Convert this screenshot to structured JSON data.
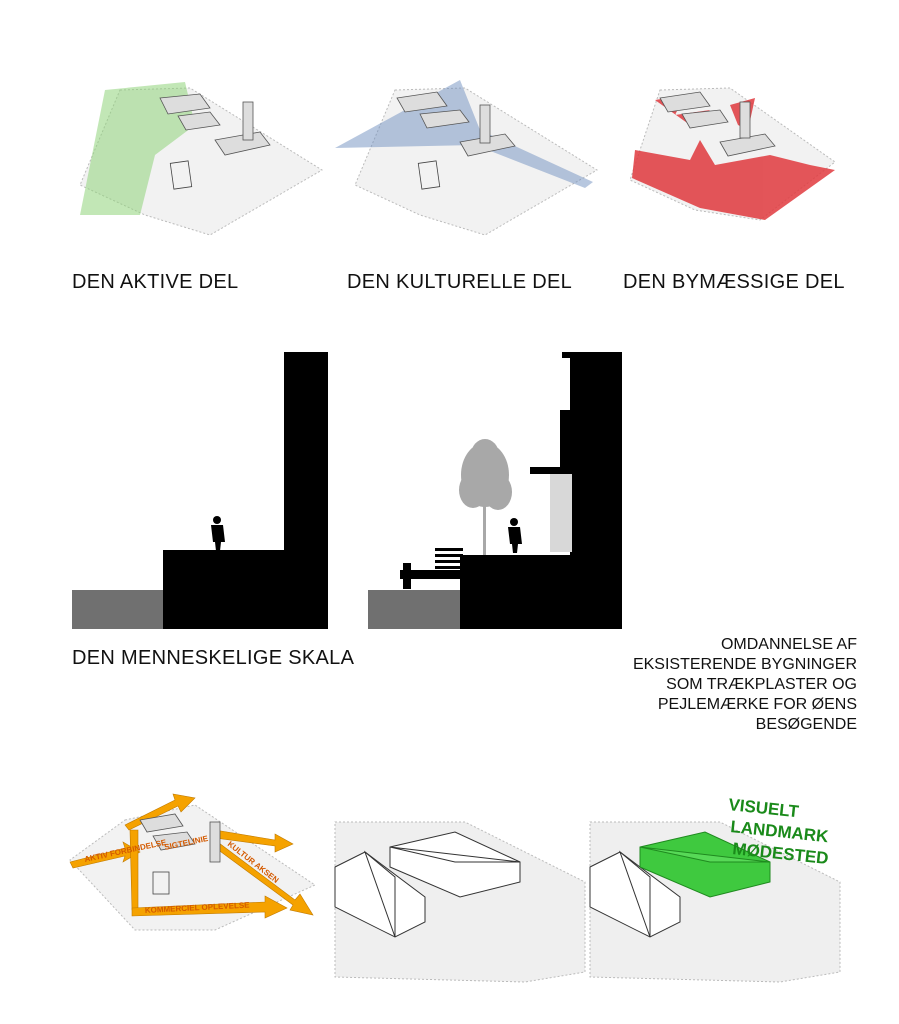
{
  "captions": {
    "active": "DEN AKTIVE DEL",
    "cultural": "DEN KULTURELLE DEL",
    "urban": "DEN BYMÆSSIGE DEL",
    "human_scale": "DEN MENNESKELIGE SKALA"
  },
  "note_lines": [
    "OMDANNELSE AF",
    "EKSISTERENDE BYGNINGER",
    "SOM TRÆKPLASTER OG",
    "PEJLEMÆRKE  FOR ØENS",
    "BESØGENDE"
  ],
  "axis_labels": {
    "active_connection": "AKTIV FORBINDELSE",
    "sightline": "SIGTELINIE",
    "culture_axis": "KULTUR AKSEN",
    "commercial_experience": "KOMMERCIEL OPLEVELSE"
  },
  "landmark_labels": [
    "VISUELT",
    "LANDMARK",
    "MØDESTED"
  ],
  "colors": {
    "active_green": "#8fd37a",
    "culture_blue": "#6f8fc0",
    "urban_red": "#e0393e",
    "axis_orange": "#f5a200",
    "landmark_green": "#3fc93f",
    "ground_grey": "#707070",
    "tree_grey": "#a8a8a8"
  }
}
